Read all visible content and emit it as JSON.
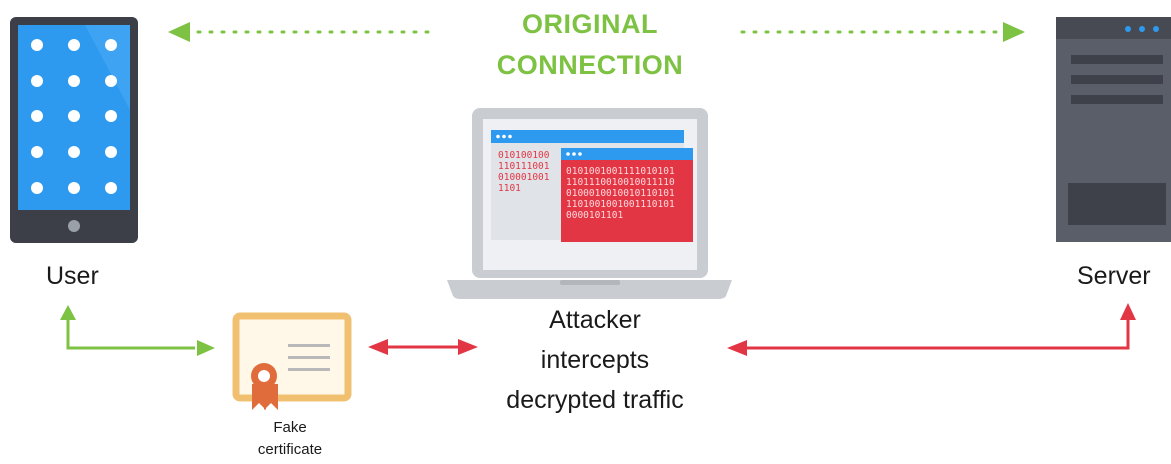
{
  "title_line1": "ORIGINAL",
  "title_line2": "CONNECTION",
  "user_label": "User",
  "server_label": "Server",
  "attacker_line1": "Attacker",
  "attacker_line2": "intercepts",
  "attacker_line3": "decrypted traffic",
  "cert_line1": "Fake",
  "cert_line2": "certificate",
  "back_window_binary": [
    "010100100",
    "110111001",
    "010001001",
    "1101"
  ],
  "front_window_binary": [
    "0101001001111010101",
    "1101110010010011110",
    "0100010010010110101",
    "1101001001001110101",
    "0000101101"
  ],
  "colors": {
    "green": "#7dc242",
    "red": "#e33645",
    "device_dark": "#3c3f48",
    "screen_blue": "#2d9af0",
    "server_gray": "#5a5e68",
    "laptop_gray": "#c9ccd1",
    "cert_gold": "#f0c070",
    "seal_orange": "#e06c3c"
  }
}
